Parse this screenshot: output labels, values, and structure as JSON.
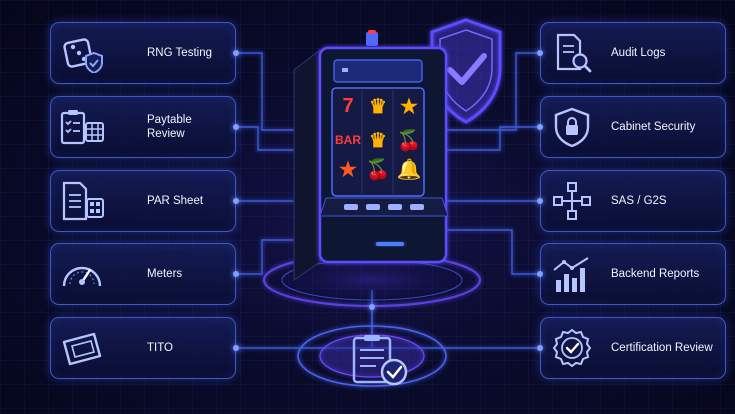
{
  "left_cards": [
    {
      "label": "RNG Testing",
      "icon": "dice-shield-icon"
    },
    {
      "label": "Paytable Review",
      "icon": "clipboard-table-icon"
    },
    {
      "label": "PAR Sheet",
      "icon": "document-sheet-icon"
    },
    {
      "label": "Meters",
      "icon": "gauge-icon"
    },
    {
      "label": "TITO",
      "icon": "ticket-icon"
    }
  ],
  "right_cards": [
    {
      "label": "Audit Logs",
      "icon": "document-magnifier-icon"
    },
    {
      "label": "Cabinet Security",
      "icon": "lock-shield-icon"
    },
    {
      "label": "SAS / G2S",
      "icon": "network-nodes-icon"
    },
    {
      "label": "Backend Reports",
      "icon": "bar-chart-trend-icon"
    },
    {
      "label": "Certification Review",
      "icon": "badge-check-icon"
    }
  ],
  "reels": {
    "row1": [
      "7",
      "crown",
      "star"
    ],
    "row2": [
      "BAR",
      "crown",
      "cherry"
    ],
    "row3": [
      "star",
      "cherry",
      "bell"
    ]
  },
  "colors": {
    "accent": "#4f6dff",
    "glow": "#7b5cff",
    "bg": "#0a0b2c"
  }
}
